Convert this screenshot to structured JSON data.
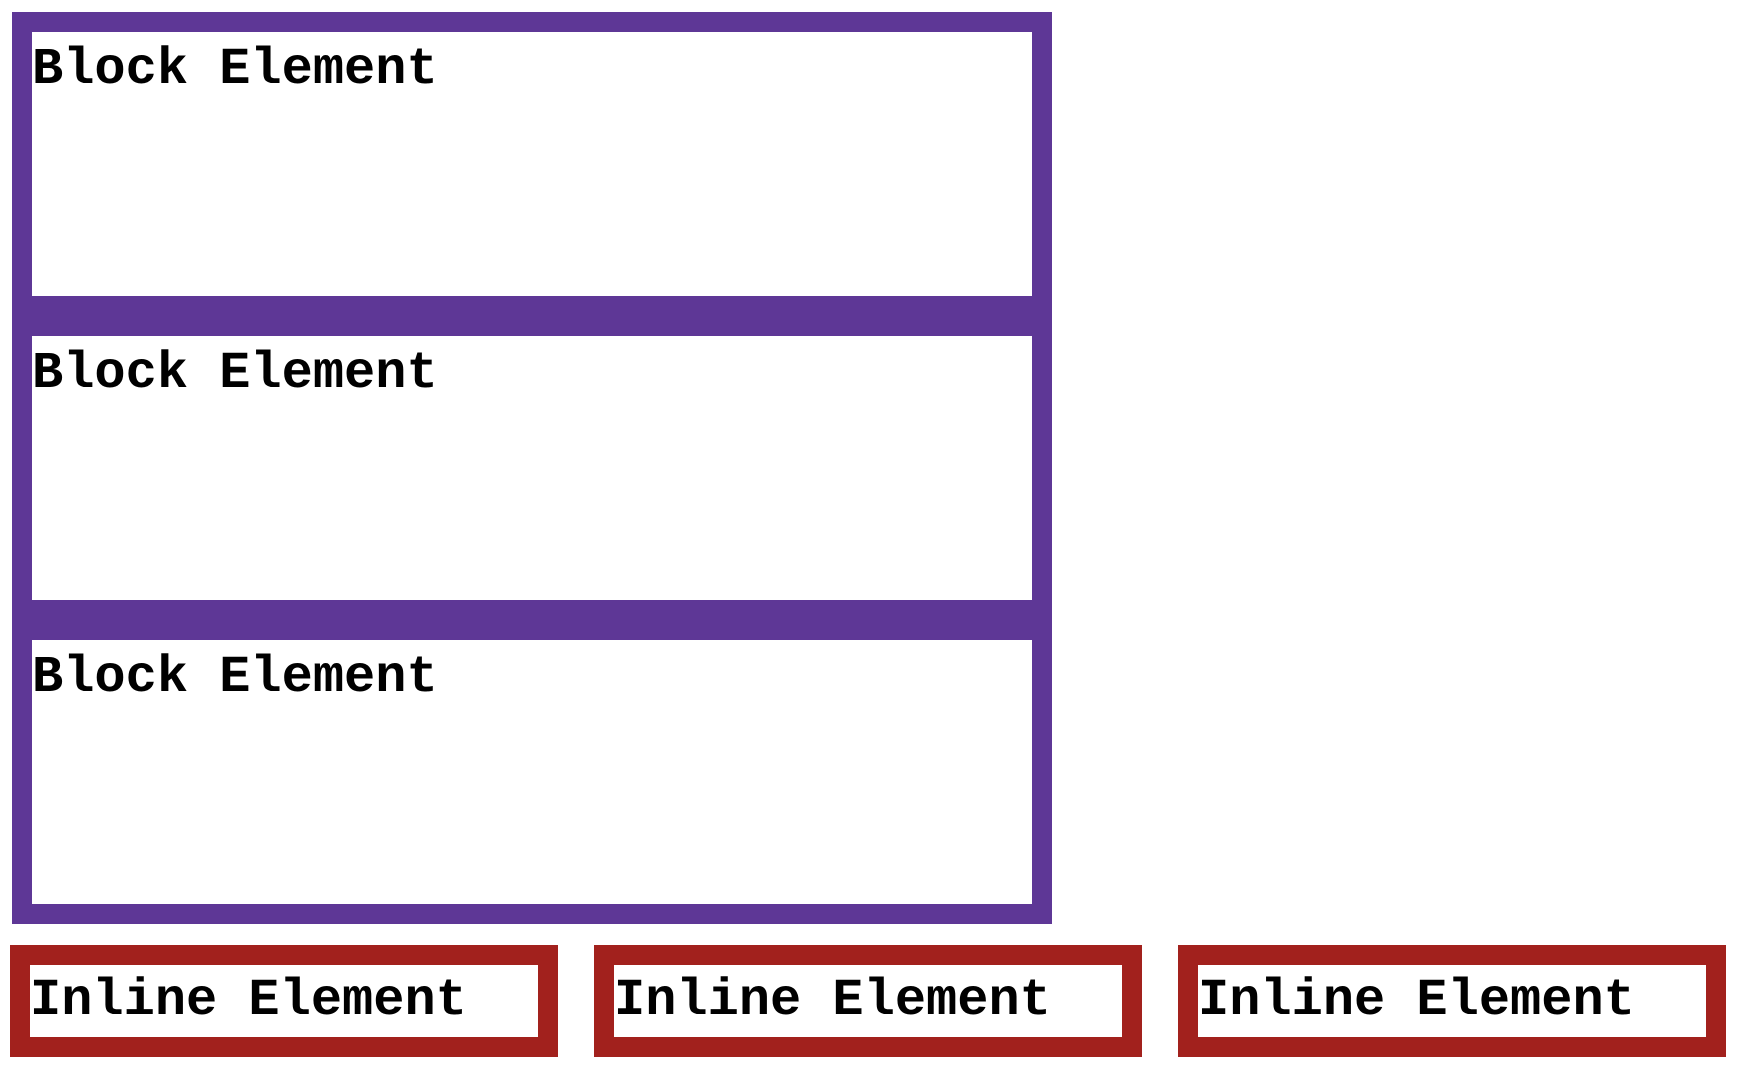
{
  "blocks": [
    {
      "label": "Block Element"
    },
    {
      "label": "Block Element"
    },
    {
      "label": "Block Element"
    }
  ],
  "inlines": [
    {
      "label": "Inline Element"
    },
    {
      "label": "Inline Element"
    },
    {
      "label": "Inline Element"
    }
  ],
  "colors": {
    "block_border": "#5e3796",
    "inline_border": "#a2211d",
    "background": "#ffffff",
    "text": "#000000"
  }
}
